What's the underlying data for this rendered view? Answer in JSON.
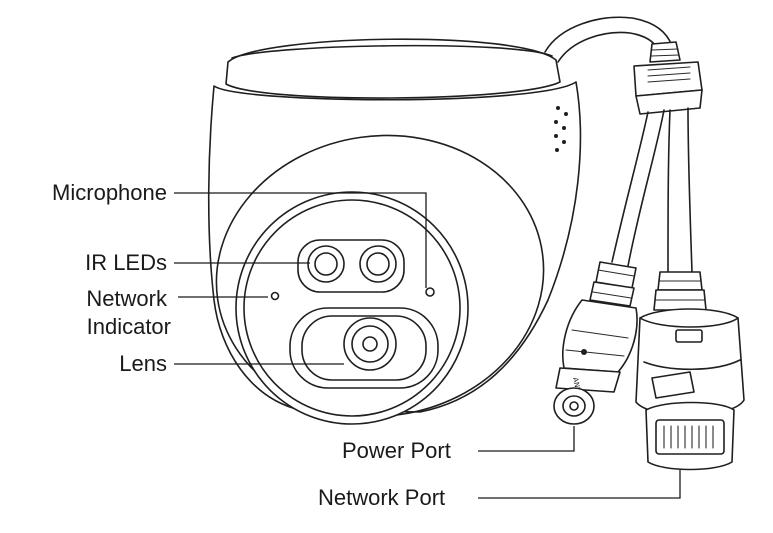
{
  "labels": {
    "microphone": "Microphone",
    "ir_leds": "IR LEDs",
    "network_indicator_line1": "Network",
    "network_indicator_line2": "Indicator",
    "lens": "Lens",
    "power_port": "Power Port",
    "network_port": "Network Port"
  },
  "connector_stamp": "ANKRP",
  "colors": {
    "ink": "#1f1f1f",
    "background": "#ffffff"
  }
}
